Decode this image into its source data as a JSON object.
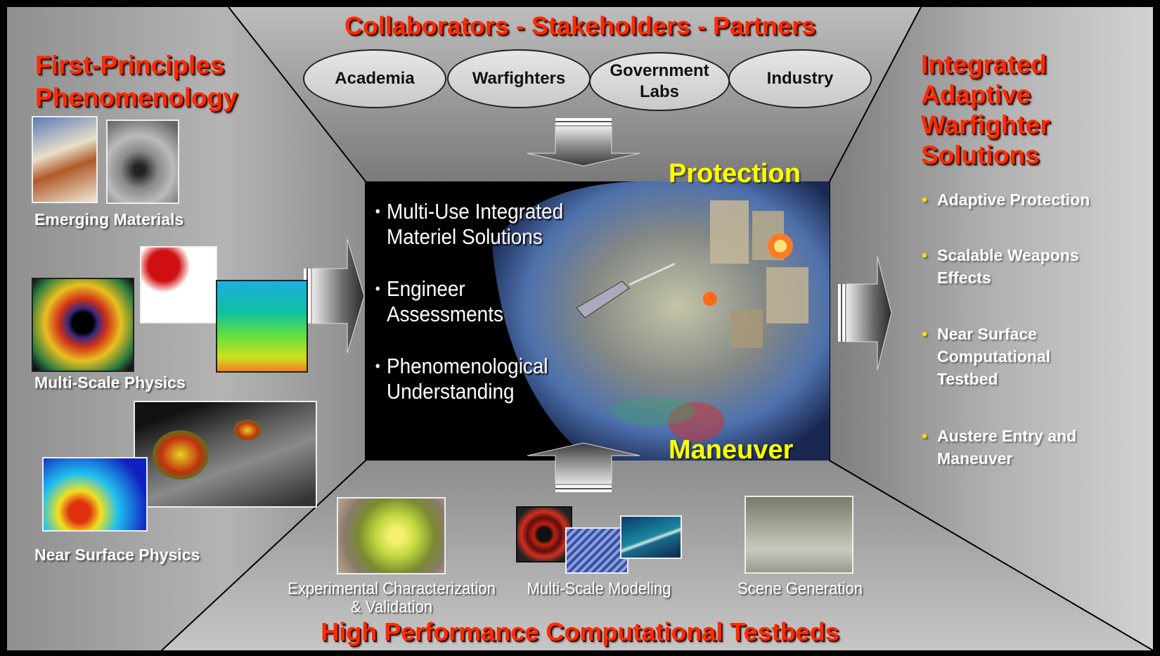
{
  "top": {
    "title": "Collaborators - Stakeholders - Partners",
    "partners": [
      "Academia",
      "Warfighters",
      "Government Labs",
      "Industry"
    ]
  },
  "left": {
    "title_line1": "First-Principles",
    "title_line2": "Phenomenology",
    "labels": [
      "Emerging Materials",
      "Multi-Scale Physics",
      "Near Surface Physics"
    ]
  },
  "center": {
    "bullets": [
      {
        "line1": "Multi-Use Integrated",
        "line2": "Materiel Solutions"
      },
      {
        "line1": "Engineer",
        "line2": "Assessments"
      },
      {
        "line1": "Phenomenological",
        "line2": "Understanding"
      }
    ],
    "protection_label": "Protection",
    "maneuver_label": "Maneuver"
  },
  "right": {
    "title_lines": [
      "Integrated",
      "Adaptive",
      "Warfighter",
      "Solutions"
    ],
    "bullets": [
      {
        "line1": "Adaptive Protection",
        "line2": ""
      },
      {
        "line1": "Scalable Weapons",
        "line2": "Effects"
      },
      {
        "line1": "Near Surface",
        "line2": "Computational",
        "line3": "Testbed"
      },
      {
        "line1": "Austere Entry and",
        "line2": "Maneuver"
      }
    ]
  },
  "bottom": {
    "title": "High Performance Computational Testbeds",
    "testbeds": [
      {
        "line1": "Experimental Characterization",
        "line2": "& Validation"
      },
      {
        "line1": "Multi-Scale Modeling",
        "line2": ""
      },
      {
        "line1": "Scene Generation",
        "line2": ""
      }
    ]
  },
  "colors": {
    "title_red": "#ff2a00",
    "accent_yellow": "#ffff00",
    "bullet_yellow": "#ffd800",
    "panel_gray": "#a9a9a9"
  }
}
